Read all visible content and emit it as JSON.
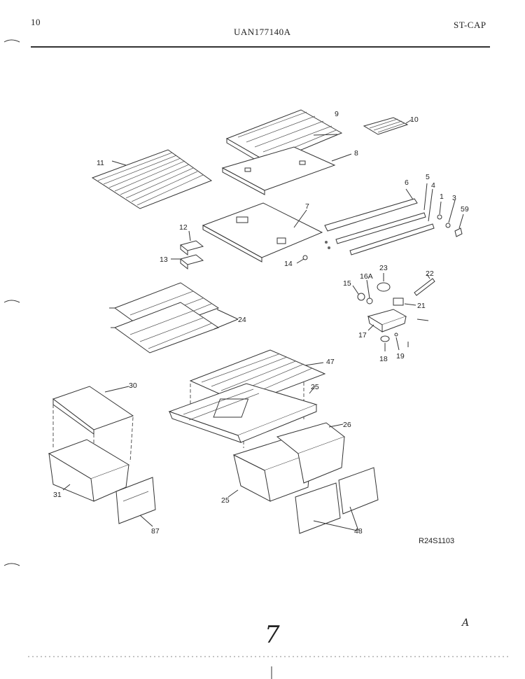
{
  "header": {
    "page_number": "10",
    "model_number": "UAN177140A",
    "code": "ST-CAP"
  },
  "diagram": {
    "reference": "R24S1103",
    "handwritten_number": "7",
    "handwritten_note": "A",
    "callouts": {
      "c1": "1",
      "c3": "3",
      "c4": "4",
      "c5": "5",
      "c6": "6",
      "c7": "7",
      "c8": "8",
      "c9": "9",
      "c10": "10",
      "c11": "11",
      "c12": "12",
      "c13": "13",
      "c14": "14",
      "c15": "15",
      "c16a": "16A",
      "c17": "17",
      "c18": "18",
      "c19": "19",
      "c21": "21",
      "c22": "22",
      "c23": "23",
      "c24": "24",
      "c25a": "25",
      "c25b": "25",
      "c26": "26",
      "c30": "30",
      "c31": "31",
      "c47": "47",
      "c48": "48",
      "c59": "59",
      "c87": "87"
    }
  }
}
